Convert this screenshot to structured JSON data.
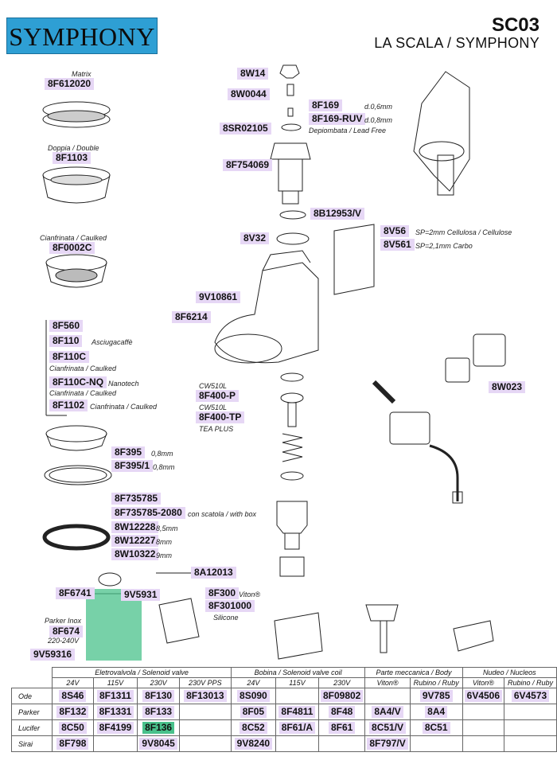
{
  "header": {
    "logo_text": "SYMPHONY",
    "model_code": "SC03",
    "subtitle": "LA SCALA / SYMPHONY"
  },
  "colors": {
    "label_bg": "#e6d7f5",
    "highlight": "#49c18b",
    "logo_bg": "#2e9fd4"
  },
  "filters": {
    "matrix_note": "Matrix",
    "matrix_code": "8F612020",
    "double_note": "Doppia / Double",
    "double_code": "8F1103",
    "caulked_note": "Cianfrinata / Caulked",
    "caulked_code": "8F0002C"
  },
  "left_parts": {
    "p1": "8F560",
    "p2": "8F110",
    "p2_note": "Asciugacaffè",
    "p3": "8F110C",
    "p3_note": "Cianfrinata / Caulked",
    "p4": "8F110C-NQ",
    "p4_note": "Nanotech",
    "p4_note2": "Cianfrinata / Caulked",
    "p5": "8F1102",
    "p5_note": "Cianfrinata / Caulked",
    "p6": "8F395",
    "p6_note": "0,8mm",
    "p7": "8F395/1",
    "p7_note": "0,8mm",
    "p8": "8F735785",
    "p9": "8F735785-2080",
    "p9_note": "con scatola / with box",
    "p10": "8W12228",
    "p10_note": "8,5mm",
    "p11": "8W12227",
    "p11_note": "8mm",
    "p12": "8W10322",
    "p12_note": "9mm"
  },
  "center_parts": {
    "c1": "8W14",
    "c2": "8W0044",
    "c3": "8F169",
    "c3_note": "d.0,6mm",
    "c4": "8F169-RUV",
    "c4_note": "d.0,8mm",
    "c4_note2": "Depiombata / Lead Free",
    "c5": "8SR02105",
    "c6": "8F754069",
    "c7": "8B12953/V",
    "c8": "8V32",
    "c9": "8V56",
    "c9_note": "SP=2mm Cellulosa / Cellulose",
    "c10": "8V561",
    "c10_note": "SP=2,1mm Carbo",
    "c11": "9V10861",
    "c12": "8F6214",
    "c13_note": "CW510L",
    "c13": "8F400-P",
    "c14_note": "CW510L",
    "c14": "8F400-TP",
    "c14_note2": "TEA PLUS",
    "c15": "8W023"
  },
  "valve_parts": {
    "v1": "8A12013",
    "v2": "8F6741",
    "v3": "9V5931",
    "v4": "8F300",
    "v4_note": "Viton®",
    "v5": "8F301000",
    "v5_note": "Silicone",
    "v6_note": "Parker Inox",
    "v6": "8F674",
    "v6_note2": "220-240V",
    "v7": "9V59316"
  },
  "table": {
    "groups": [
      "Eletrovalvola / Solenoid valve",
      "Bobina / Solenoid valve coil",
      "Parte meccanica / Body",
      "Nudeo / Nucleos"
    ],
    "subheads": [
      "24V",
      "115V",
      "230V",
      "230V PPS",
      "24V",
      "115V",
      "230V",
      "Viton®",
      "Rubino / Ruby",
      "Viton®",
      "Rubino / Ruby"
    ],
    "rows": [
      {
        "label": "Ode",
        "cells": [
          "8S46",
          "8F1311",
          "8F130",
          "8F13013",
          "8S090",
          "",
          "8F09802",
          "",
          "9V785",
          "6V4506",
          "6V4573"
        ]
      },
      {
        "label": "Parker",
        "cells": [
          "8F132",
          "8F1331",
          "8F133",
          "",
          "8F05",
          "8F4811",
          "8F48",
          "8A4/V",
          "8A4",
          "",
          ""
        ]
      },
      {
        "label": "Lucifer",
        "cells": [
          "8C50",
          "8F4199",
          "8F136",
          "",
          "8C52",
          "8F61/A",
          "8F61",
          "8C51/V",
          "8C51",
          "",
          ""
        ]
      },
      {
        "label": "Sirai",
        "cells": [
          "8F798",
          "",
          "9V8045",
          "",
          "9V8240",
          "",
          "",
          "8F797/V",
          "",
          "",
          ""
        ]
      }
    ]
  }
}
